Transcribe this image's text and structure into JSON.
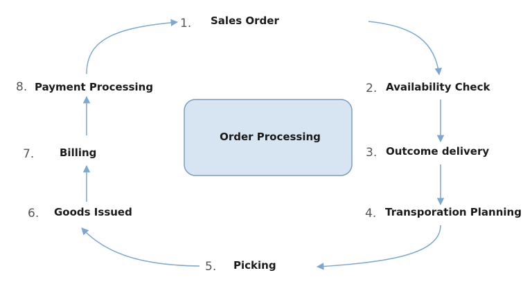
{
  "center": {
    "label": "Order Processing"
  },
  "steps": [
    {
      "number": "1.",
      "label": "Sales Order"
    },
    {
      "number": "2.",
      "label": "Availability Check"
    },
    {
      "number": "3.",
      "label": "Outcome delivery"
    },
    {
      "number": "4.",
      "label": "Transporation Planning"
    },
    {
      "number": "5.",
      "label": "Picking"
    },
    {
      "number": "6.",
      "label": "Goods Issued"
    },
    {
      "number": "7.",
      "label": "Billing"
    },
    {
      "number": "8.",
      "label": "Payment Processing"
    }
  ],
  "colors": {
    "arrow": "#7aa7d6",
    "center_fill": "#d7e5f2",
    "center_border": "#7a9dbf",
    "text": "#1a1a1a",
    "number": "#555555"
  }
}
